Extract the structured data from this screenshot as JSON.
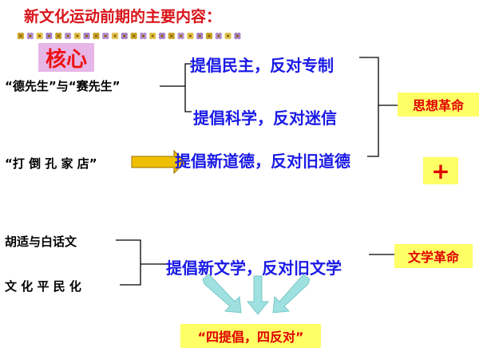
{
  "slide": {
    "title": "新文化运动前期的主要内容：",
    "core_label": "核心",
    "left_items": [
      "“德先生”与“赛先生”",
      "“打 倒 孔 家 店”",
      "胡适与白话文",
      "文 化 平 民 化"
    ],
    "slogans": [
      "提倡民主，反对专制",
      "提倡科学，反对迷信",
      "提倡新道德，反对旧道德",
      "提倡新文学，反对旧文学"
    ],
    "thought_revolution": "思想革命",
    "plus_sign": "+",
    "literary_revolution": "文学革命",
    "summary": "“四提倡，四反对”"
  },
  "colors": {
    "title": "#d9141a",
    "slogan_blue": "#1a1ae6",
    "highlight_yellow": "#ffff66",
    "core_bg": "#e6b6e6",
    "arrow_teal": "#9fe0e0",
    "arrow_yellow": "#f0c000"
  },
  "icons": [
    "decorative-flower-border-icon",
    "right-arrow-icon",
    "down-arrow-icon"
  ]
}
